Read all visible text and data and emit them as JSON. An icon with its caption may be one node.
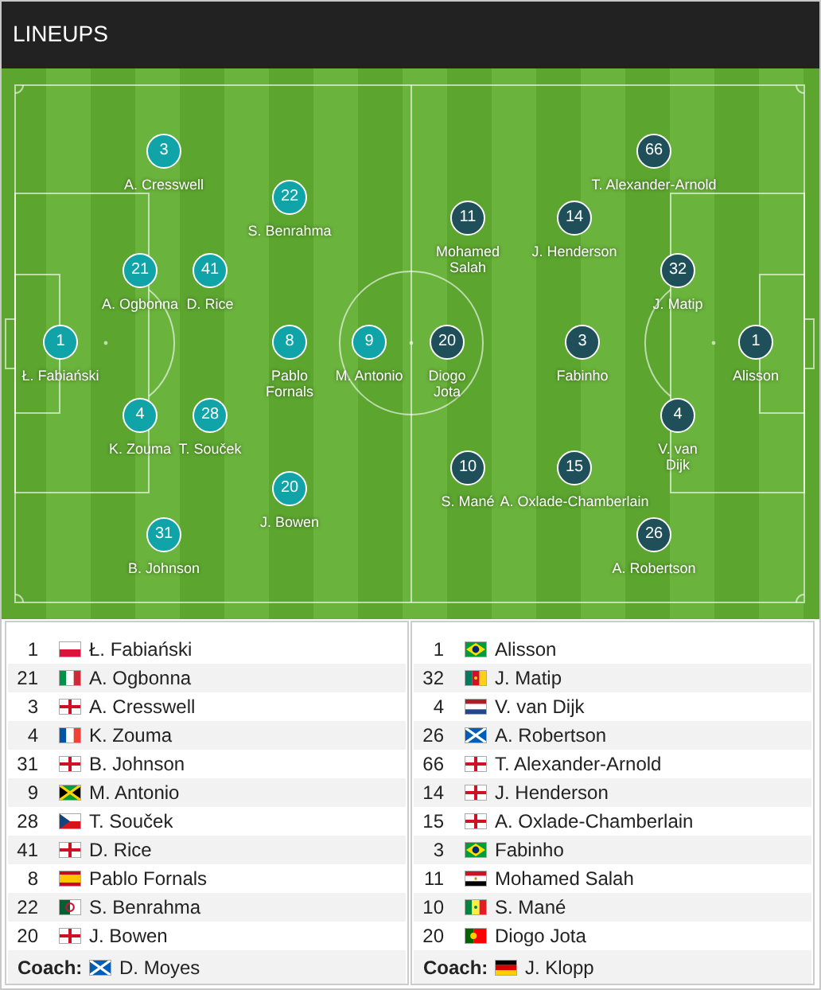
{
  "diagram": {
    "title": "LINEUPS",
    "nodes": [
      {
        "text": [
          "1"
        ],
        "beside": [
          "Ł. Fabiański"
        ]
      },
      {
        "text": [
          "21"
        ],
        "beside": [
          "A. Ogbonna"
        ]
      },
      {
        "text": [
          "3"
        ],
        "beside": [
          "A. Cresswell"
        ]
      },
      {
        "text": [
          "4"
        ],
        "beside": [
          "K. Zouma"
        ]
      },
      {
        "text": [
          "31"
        ],
        "beside": [
          "B. Johnson"
        ]
      },
      {
        "text": [
          "9"
        ],
        "beside": [
          "M. Antonio"
        ]
      },
      {
        "text": [
          "28"
        ],
        "beside": [
          "T. Souček"
        ]
      },
      {
        "text": [
          "41"
        ],
        "beside": [
          "D. Rice"
        ]
      },
      {
        "text": [
          "8"
        ],
        "beside": [
          "Pablo Fornals"
        ]
      },
      {
        "text": [
          "22"
        ],
        "beside": [
          "S. Benrahma"
        ]
      },
      {
        "text": [
          "20"
        ],
        "beside": [
          "J. Bowen"
        ]
      },
      {
        "text": [
          "1"
        ],
        "beside": [
          "Alisson"
        ]
      },
      {
        "text": [
          "32"
        ],
        "beside": [
          "J. Matip"
        ]
      },
      {
        "text": [
          "4"
        ],
        "beside": [
          "V. van Dijk"
        ]
      },
      {
        "text": [
          "26"
        ],
        "beside": [
          "A. Robertson"
        ]
      },
      {
        "text": [
          "66"
        ],
        "beside": [
          "T. Alexander-Arnold"
        ]
      },
      {
        "text": [
          "14"
        ],
        "beside": [
          "J. Henderson"
        ]
      },
      {
        "text": [
          "15"
        ],
        "beside": [
          "A. Oxlade-Chamberlain"
        ]
      },
      {
        "text": [
          "3"
        ],
        "beside": [
          "Fabinho"
        ]
      },
      {
        "text": [
          "11"
        ],
        "beside": [
          "Mohamed Salah"
        ]
      },
      {
        "text": [
          "10"
        ],
        "beside": [
          "S. Mané"
        ]
      },
      {
        "text": [
          "20"
        ],
        "beside": [
          "Diogo Jota"
        ]
      }
    ],
    "labels": [
      "1",
      "Ł. Fabiański",
      "1",
      "Alisson",
      "21",
      "A. Ogbonna",
      "32",
      "J. Matip",
      "3",
      "A. Cresswell",
      "4",
      "V. van Dijk",
      "4",
      "K. Zouma",
      "26",
      "A. Robertson",
      "31",
      "B. Johnson",
      "66",
      "T. Alexander-Arnold",
      "9",
      "M. Antonio",
      "14",
      "J. Henderson",
      "28",
      "T. Souček",
      "15",
      "A. Oxlade-Chamberlain",
      "41",
      "D. Rice",
      "3",
      "Fabinho",
      "8",
      "Pablo Fornals",
      "11",
      "Mohamed Salah",
      "22",
      "S. Benrahma",
      "10",
      "S. Mané",
      "20",
      "J. Bowen",
      "20",
      "Diogo Jota",
      "Coach:",
      "D. Moyes",
      "Coach:",
      "J. Klopp"
    ]
  }
}
